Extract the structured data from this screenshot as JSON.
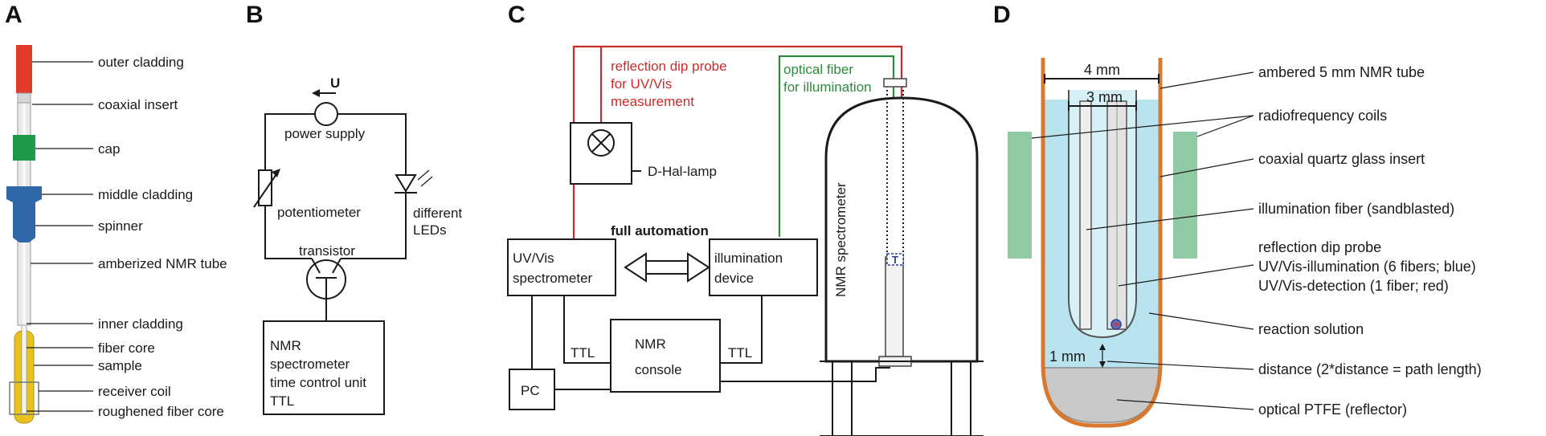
{
  "panels": {
    "a": {
      "letter": "A",
      "labels": [
        "outer cladding",
        "coaxial insert",
        "cap",
        "middle cladding",
        "spinner",
        "amberized NMR tube",
        "inner cladding",
        "fiber core",
        "sample",
        "receiver coil",
        "roughened fiber core"
      ]
    },
    "b": {
      "letter": "B",
      "voltage": "U",
      "power_supply": "power supply",
      "potentiometer": "potentiometer",
      "leds_1": "different",
      "leds_2": "LEDs",
      "transistor": "transistor",
      "box_lines": [
        "NMR",
        "spectrometer",
        "time control unit",
        "TTL"
      ]
    },
    "c": {
      "letter": "C",
      "probe_1": "reflection dip probe",
      "probe_2": "for UV/Vis",
      "probe_3": "measurement",
      "fiber_1": "optical fiber",
      "fiber_2": "for illumination",
      "lamp": "D-Hal-lamp",
      "automation": "full automation",
      "uvvis_1": "UV/Vis",
      "uvvis_2": "spectrometer",
      "illum_1": "illumination",
      "illum_2": "device",
      "ttl_left": "TTL",
      "ttl_right": "TTL",
      "console_1": "NMR",
      "console_2": "console",
      "pc": "PC",
      "magnet": "NMR spectrometer"
    },
    "d": {
      "letter": "D",
      "dim_outer": "4 mm",
      "dim_inner": "3 mm",
      "dim_gap": "1 mm",
      "labels": [
        "ambered 5 mm NMR tube",
        "radiofrequency coils",
        "coaxial quartz glass insert",
        "illumination fiber (sandblasted)",
        "reflection dip probe",
        "UV/Vis-illumination (6 fibers; blue)",
        "UV/Vis-detection (1 fiber; red)",
        "reaction solution",
        "distance (2*distance = path length)",
        "optical PTFE (reflector)"
      ]
    }
  },
  "colors": {
    "red_fiber": "#cc2b2b",
    "green_fiber": "#2e8b3e",
    "solution": "#b9e4ef",
    "coil": "#8fcaa4",
    "tube_wall": "#d9782f",
    "spinner": "#2f67a8",
    "outer_cladding": "#e23b2b",
    "cap": "#1f9a4a",
    "sample": "#e8c21e"
  }
}
